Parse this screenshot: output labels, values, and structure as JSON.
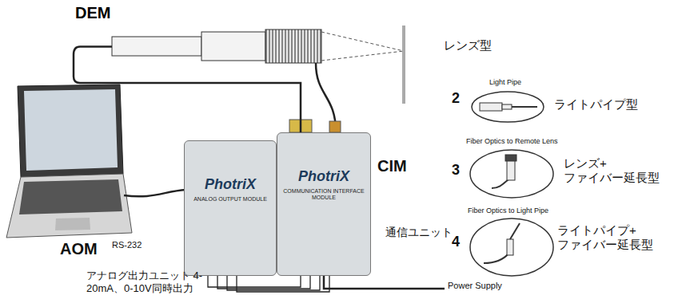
{
  "diagram": {
    "nodes": [
      {
        "text": [
          "DEM"
        ]
      },
      {
        "text": [
          "PhotriX",
          "ANALOG OUTPUT MODULE"
        ]
      },
      {
        "text": [
          "PhotriX",
          "COMMUNICATION INTERFACE MODULE"
        ]
      }
    ],
    "edges": [
      {
        "from": 0,
        "to": 2,
        "arrow": "none"
      },
      {
        "from": 1,
        "to": 2,
        "arrow": "none"
      }
    ],
    "labels": [
      "レンズ型",
      "2",
      "Light Pipe",
      "ライトパイプ型",
      "3",
      "Fiber Optics to Remote Lens",
      "レンズ+ ファイバー延長型",
      "4",
      "Fiber Optics to Light Pipe",
      "ライトパイプ+ ファイバー延長型",
      "RS-232",
      "CIM",
      "AOM",
      "通信ユニット",
      "アナログ出力ユニット 4-20mA、0-10V同時出力",
      "Power Supply"
    ]
  }
}
